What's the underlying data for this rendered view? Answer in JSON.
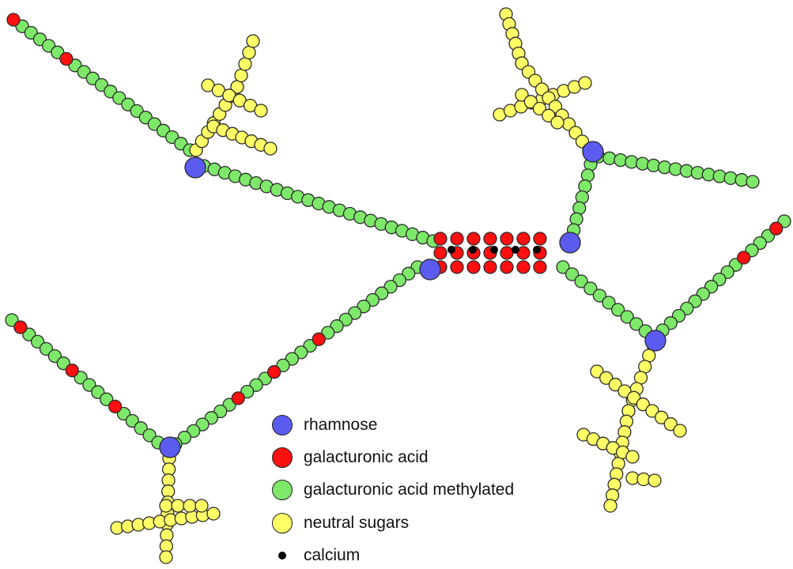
{
  "colors": {
    "rhamnose": "#5b5bf0",
    "galacturonic_acid": "#ff1010",
    "galacturonic_acid_methylated": "#7ee86a",
    "neutral_sugars": "#ffff66",
    "calcium": "#000000",
    "outline": "#2a2a2a"
  },
  "legend": [
    {
      "key": "rhamnose",
      "label": "rhamnose"
    },
    {
      "key": "galacturonic_acid",
      "label": "galacturonic acid"
    },
    {
      "key": "galacturonic_acid_methylated",
      "label": "galacturonic acid methylated"
    },
    {
      "key": "neutral_sugars",
      "label": "neutral sugars"
    },
    {
      "key": "calcium",
      "label": "calcium"
    }
  ],
  "diagram": {
    "unit_types": [
      "rhamnose",
      "galacturonic_acid",
      "galacturonic_acid_methylated",
      "neutral_sugars",
      "calcium"
    ],
    "calcium_count": 5
  }
}
